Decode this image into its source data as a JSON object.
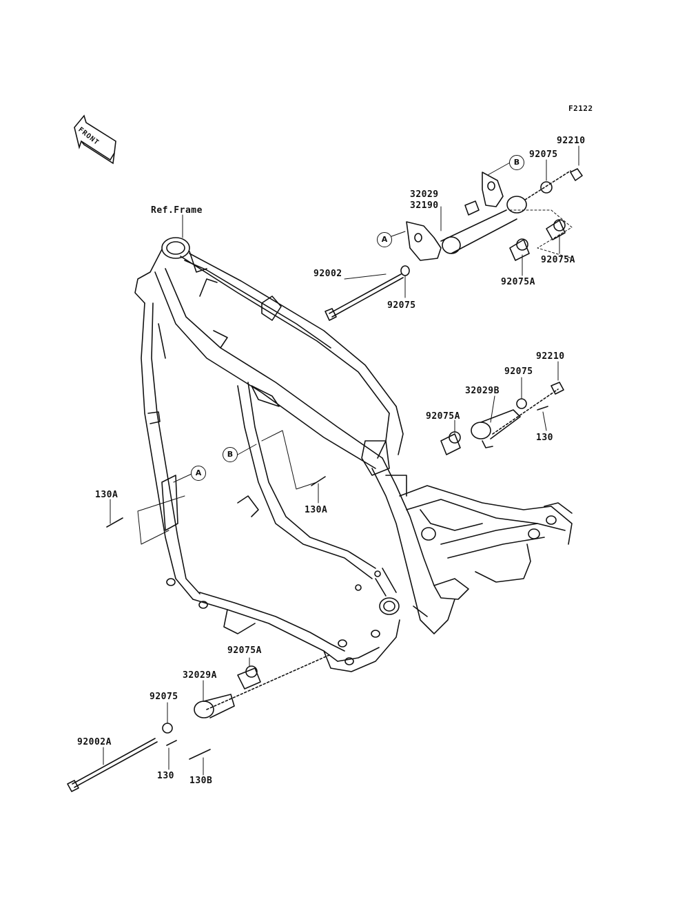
{
  "figure_code": "F2122",
  "front_arrow": {
    "text": "FRONT",
    "icon": "front-arrow-icon"
  },
  "reference_label": "Ref.Frame",
  "parts": {
    "p92210_top": "92210",
    "p92075_top": "92075",
    "p32029": "32029",
    "p32190": "32190",
    "p92002": "92002",
    "p92075_mid": "92075",
    "p92075A_right": "92075A",
    "p92075A_bottom": "92075A",
    "p92210_mid": "92210",
    "p92075_mid2": "92075",
    "p32029B": "32029B",
    "p92075A_left": "92075A",
    "p130": "130",
    "p130A_left": "130A",
    "p130A_center": "130A",
    "p92075A_low": "92075A",
    "p32029A": "32029A",
    "p92075_low": "92075",
    "p92002A": "92002A",
    "p130_low": "130",
    "p130B": "130B"
  },
  "callouts": {
    "B_top": "B",
    "A_top": "A",
    "B_mid": "B",
    "A_left": "A"
  }
}
